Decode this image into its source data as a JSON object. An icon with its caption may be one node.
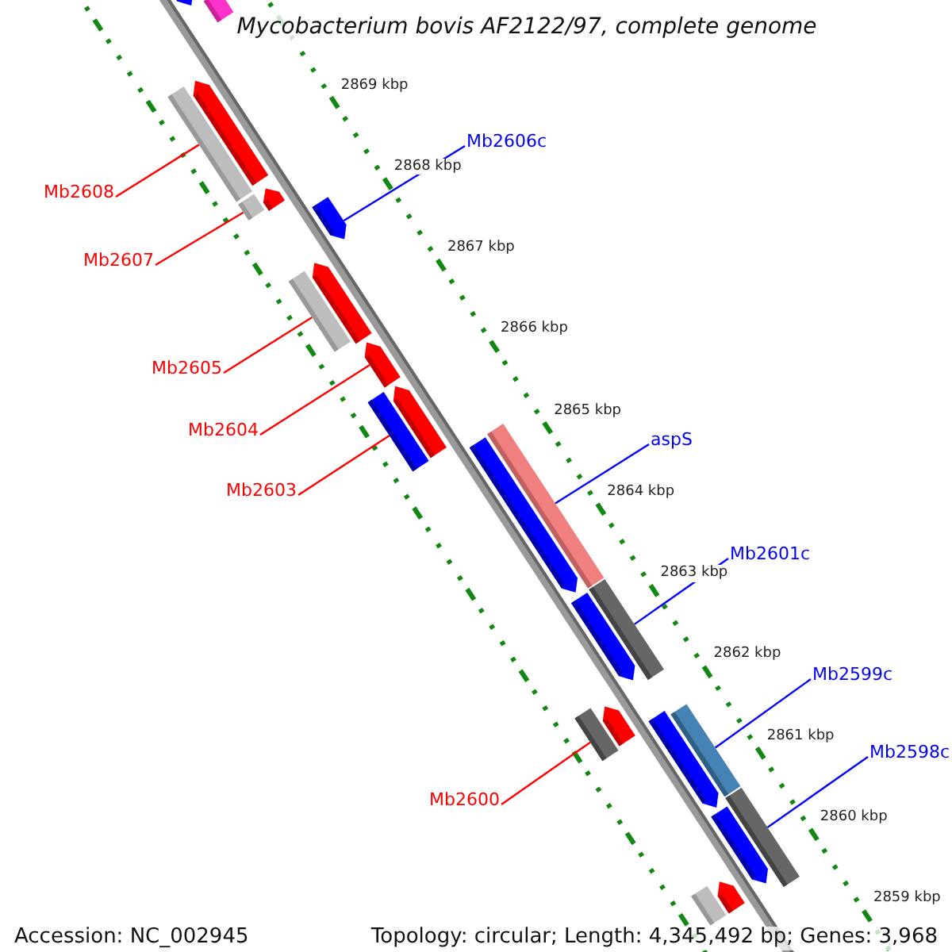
{
  "diagram": {
    "title": "Mycobacterium bovis AF2122/97, complete genome",
    "nodes": [
      {
        "text": [
          "Mb2606c"
        ]
      },
      {
        "text": [
          "Mb2608"
        ]
      },
      {
        "text": [
          "Mb2607"
        ]
      },
      {
        "text": [
          "Mb2605"
        ]
      },
      {
        "text": [
          "Mb2604"
        ]
      },
      {
        "text": [
          "aspS"
        ]
      },
      {
        "text": [
          "Mb2603"
        ]
      },
      {
        "text": [
          "Mb2601c"
        ]
      },
      {
        "text": [
          "Mb2599c"
        ]
      },
      {
        "text": [
          "Mb2598c"
        ]
      },
      {
        "text": [
          "Mb2600"
        ]
      },
      {
        "text": [],
        "shape": "bar"
      },
      {
        "text": [],
        "shape": "bar"
      },
      {
        "text": [],
        "shape": "bar"
      },
      {
        "text": [],
        "shape": "bar"
      },
      {
        "text": [],
        "shape": "bar"
      },
      {
        "text": [],
        "shape": "bar"
      },
      {
        "text": [],
        "shape": "bar"
      },
      {
        "text": [],
        "shape": "bar"
      },
      {
        "text": [],
        "shape": "bar"
      },
      {
        "text": [],
        "shape": "bar"
      },
      {
        "text": [],
        "shape": "bar"
      },
      {
        "text": [],
        "shape": "bar"
      },
      {
        "text": [],
        "shape": "bar"
      },
      {
        "text": [],
        "shape": "bar"
      },
      {
        "text": [],
        "shape": "bar"
      }
    ],
    "edges": [
      {
        "from": 0,
        "to": 11,
        "arrow": "none",
        "color": "#0000ff"
      },
      {
        "from": 1,
        "to": 12,
        "arrow": "none"
      },
      {
        "from": 2,
        "to": 13,
        "arrow": "none"
      },
      {
        "from": 3,
        "to": 14,
        "arrow": "none"
      },
      {
        "from": 4,
        "to": 15,
        "arrow": "none"
      },
      {
        "from": 5,
        "to": 16,
        "arrow": "none",
        "color": "#0000ff"
      },
      {
        "from": 6,
        "to": 17,
        "arrow": "none"
      },
      {
        "from": 7,
        "to": 18,
        "arrow": "none",
        "color": "#0000ff"
      },
      {
        "from": 8,
        "to": 19,
        "arrow": "none",
        "color": "#0000ff"
      },
      {
        "from": 9,
        "to": 20,
        "arrow": "none",
        "color": "#0000ff"
      },
      {
        "from": 10,
        "to": 21,
        "arrow": "none"
      }
    ],
    "labels": [
      "2869 kbp",
      "2868 kbp",
      "2867 kbp",
      "2866 kbp",
      "2865 kbp",
      "2864 kbp",
      "2863 kbp",
      "2862 kbp",
      "2861 kbp",
      "2860 kbp",
      "2859 kbp",
      "Accession: NC_002945",
      "Topology: circular; Length: 4,345,492 bp; Genes: 3,968"
    ]
  }
}
